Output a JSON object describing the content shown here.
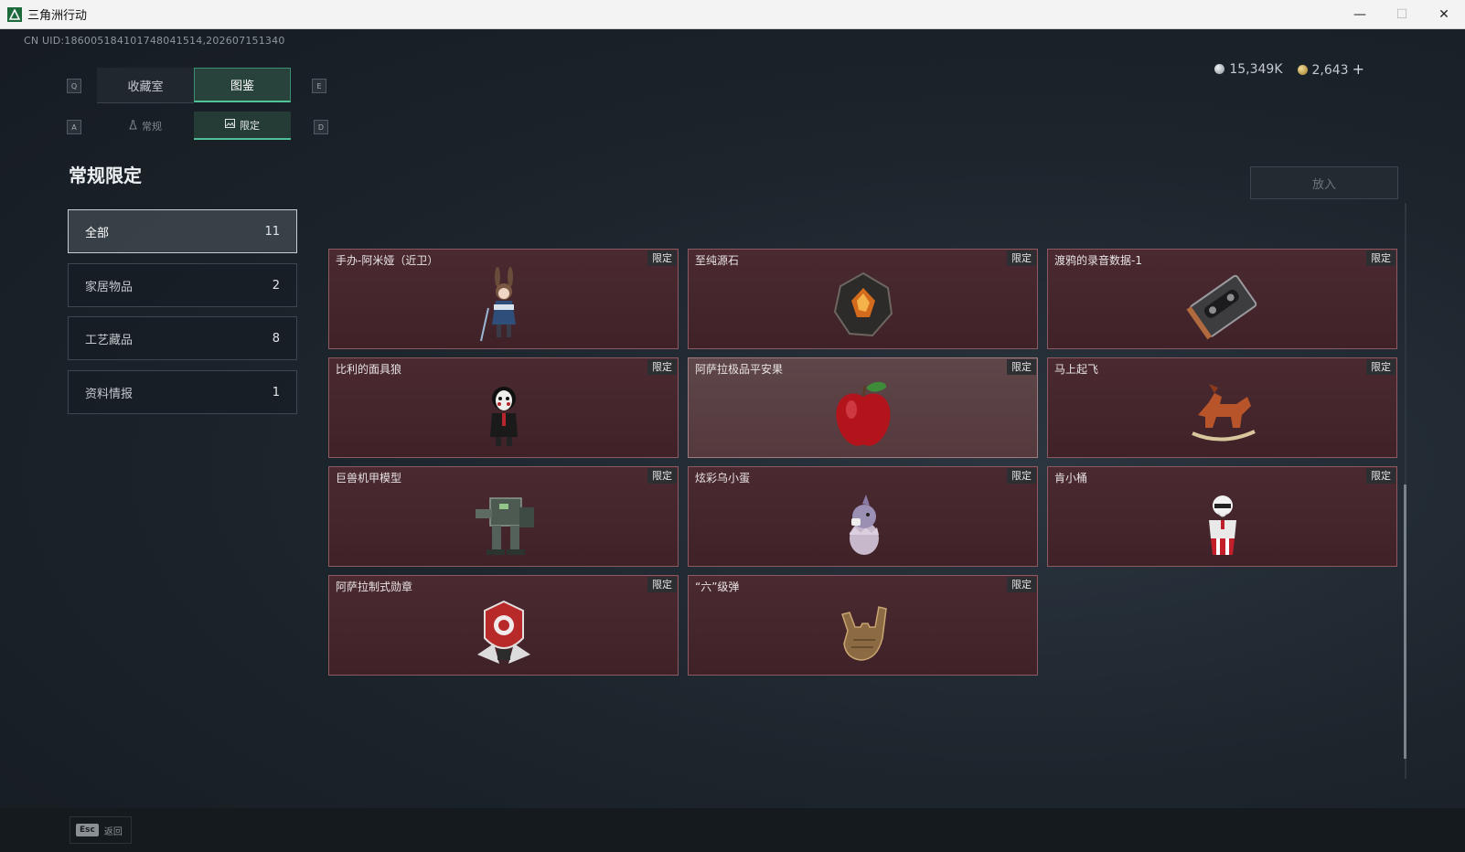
{
  "window": {
    "title": "三角洲行动",
    "minimize": "—",
    "maximize": "☐",
    "close": "✕"
  },
  "uid": "CN UID:1860051841017480415​14,202607151340",
  "currency": {
    "silver": "15,349K",
    "gold": "2,643",
    "add": "+"
  },
  "keys": {
    "prev_tab": "Q",
    "next_tab": "E",
    "prev_sub": "A",
    "next_sub": "D"
  },
  "tabs": [
    {
      "label": "收藏室",
      "active": false
    },
    {
      "label": "图鉴",
      "active": true
    }
  ],
  "subtabs": [
    {
      "label": "常规",
      "icon": "flask-icon",
      "active": false
    },
    {
      "label": "限定",
      "icon": "image-icon",
      "active": true
    }
  ],
  "section_title": "常规限定",
  "categories": [
    {
      "label": "全部",
      "count": "11",
      "active": true
    },
    {
      "label": "家居物品",
      "count": "2",
      "active": false
    },
    {
      "label": "工艺藏品",
      "count": "8",
      "active": false
    },
    {
      "label": "资料情报",
      "count": "1",
      "active": false
    }
  ],
  "put_in_button": "放入",
  "items": [
    {
      "name": "手办-阿米娅（近卫）",
      "badge": "限定",
      "icon": "figurine-rabbit-girl-icon"
    },
    {
      "name": "至纯源石",
      "badge": "限定",
      "icon": "originium-crystal-icon"
    },
    {
      "name": "渡鸦的录音数据-1",
      "badge": "限定",
      "icon": "cassette-tape-icon"
    },
    {
      "name": "比利的面具狼",
      "badge": "限定",
      "icon": "puppet-mask-doll-icon"
    },
    {
      "name": "阿萨拉极品平安果",
      "badge": "限定",
      "icon": "red-apple-icon"
    },
    {
      "name": "马上起飞",
      "badge": "限定",
      "icon": "rocking-horse-icon"
    },
    {
      "name": "巨兽机甲模型",
      "badge": "限定",
      "icon": "mech-model-icon"
    },
    {
      "name": "炫彩乌小蛋",
      "badge": "限定",
      "icon": "bird-in-egg-icon"
    },
    {
      "name": "肯小桶",
      "badge": "限定",
      "icon": "colonel-bucket-figure-icon"
    },
    {
      "name": "阿萨拉制式勋章",
      "badge": "限定",
      "icon": "medal-emblem-icon"
    },
    {
      "name": "“六”级弹",
      "badge": "限定",
      "icon": "rock-hand-gesture-icon"
    }
  ],
  "bottom": {
    "esc_key": "Esc",
    "esc_label": "返回"
  },
  "colors": {
    "accent_green": "#51c49a",
    "card_bg": "#4a2a30",
    "card_border": "#8c5a60"
  }
}
